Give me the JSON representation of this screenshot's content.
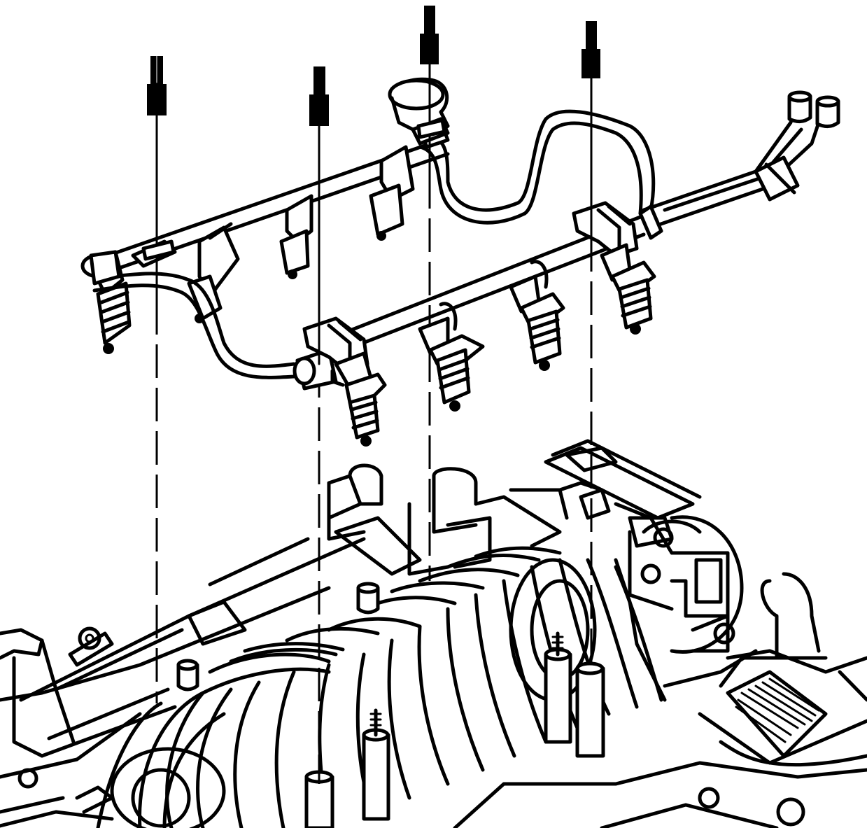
{
  "figure": {
    "subject": "fuel-rail-and-injector-installation",
    "line_color": "#000000",
    "background": "#ffffff",
    "fastener_count": 4,
    "injectors_per_bank": 4
  }
}
